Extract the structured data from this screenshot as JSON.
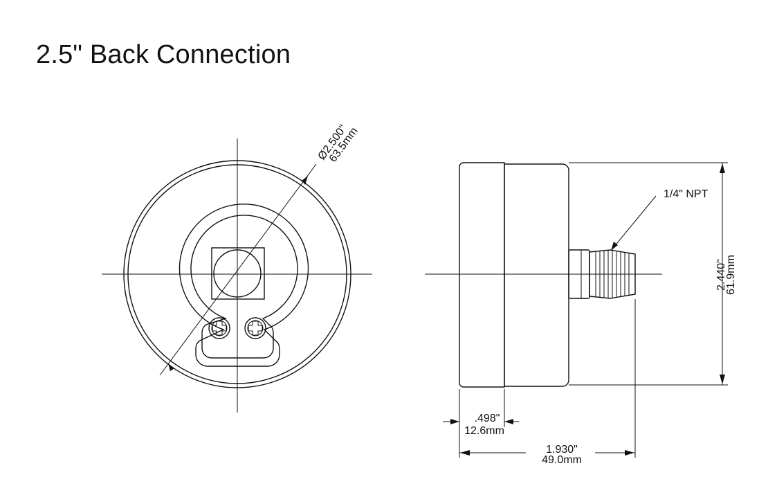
{
  "title": "2.5\" Back Connection",
  "front_view": {
    "diameter_in": "Ø2.500\"",
    "diameter_mm": "63.5mm"
  },
  "side_view": {
    "thread_label": "1/4\" NPT",
    "height_in": "2.440\"",
    "height_mm": "61.9mm",
    "bezel_in": ".498\"",
    "bezel_mm": "12.6mm",
    "depth_in": "1.930\"",
    "depth_mm": "49.0mm"
  },
  "colors": {
    "line": "#111111",
    "background": "#ffffff"
  }
}
